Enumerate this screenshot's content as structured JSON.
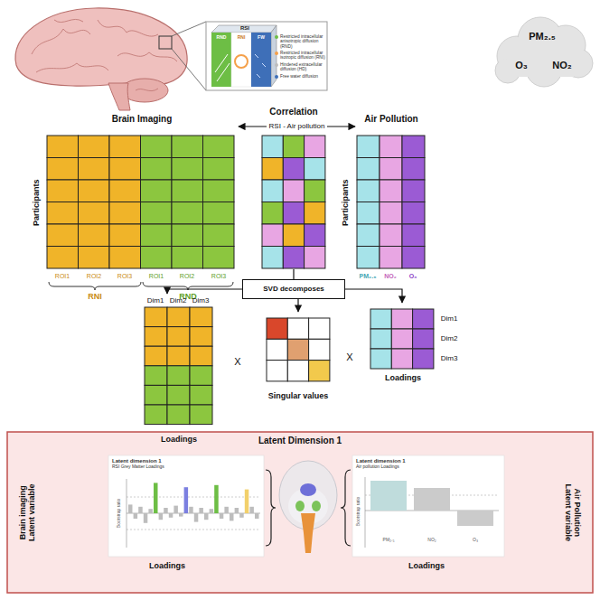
{
  "diagram": {
    "nodes": [
      {
        "text": [
          "PM₂.₅",
          "O₃",
          "NO₂"
        ]
      },
      {
        "text": [
          "Brain Imaging"
        ]
      },
      {
        "text": [
          "Air Pollution"
        ]
      },
      {
        "text": [
          "SVD decomposes"
        ]
      },
      {
        "text": [
          "Loadings"
        ]
      },
      {
        "text": [
          "Singular values"
        ]
      },
      {
        "text": [
          "Loadings"
        ]
      },
      {
        "text": [
          "Latent Dimension 1"
        ]
      },
      {
        "text": [
          "Latent dimension 1",
          "RSI Grey Matter Loadings"
        ],
        "in": 7
      },
      {
        "text": [
          "Latent dimension 1",
          "Air pollution Loadings"
        ],
        "in": 7
      }
    ],
    "edges": [
      {
        "from": 1,
        "to": 2,
        "label": "RSI - Air pollution",
        "arrow": "both"
      },
      {
        "from": 3,
        "to": 4,
        "arrow": "to"
      },
      {
        "from": 3,
        "to": 5,
        "arrow": "to"
      },
      {
        "from": 3,
        "to": 6,
        "arrow": "to"
      }
    ],
    "labels": [
      "Correlation",
      "Participants",
      "ROI1",
      "ROI2",
      "ROI3",
      "ROI1",
      "ROI2",
      "ROI3",
      "RNI",
      "RND",
      "Participants",
      "PM₂.₅",
      "NO₂",
      "O₃",
      "Dim1",
      "Dim2",
      "Dim3",
      "Dim1",
      "Dim2",
      "Dim3",
      "X",
      "X",
      "Brain imaging Latent variable",
      "Air Pollution Latent variable",
      "Loadings",
      "Loadings",
      "Bootstrap ratio",
      "Bootstrap ratio",
      "PM₂.₅",
      "NO₂",
      "O₃",
      "RSI",
      "RND",
      "RNI",
      "FW"
    ],
    "legend": [
      {
        "text": "Restricted intracellular anisotropic diffusion (RND)",
        "color": "#6DBE45"
      },
      {
        "text": "Restricted intracellular isotropic diffusion (RNI)",
        "color": "#F5A04A"
      },
      {
        "text": "Hindered extracellular diffusion (HD)",
        "color": "#BDBDBD"
      },
      {
        "text": "Free water diffusion",
        "color": "#3E6FB8"
      }
    ]
  }
}
